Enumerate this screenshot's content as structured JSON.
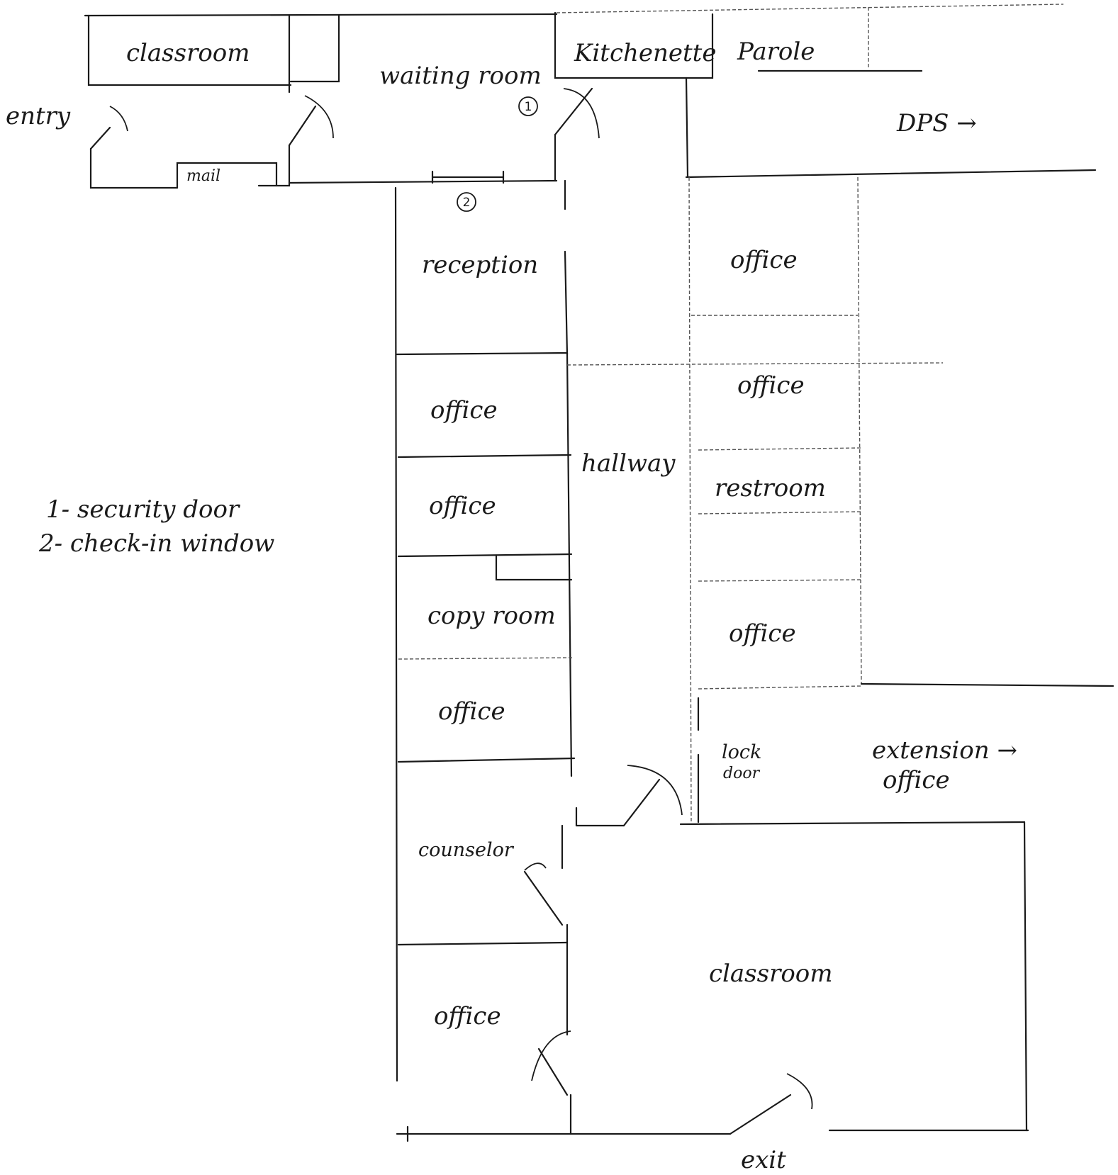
{
  "rooms": {
    "classroom_top": "classroom",
    "waiting_room": "waiting room",
    "kitchenette": "Kitchenette",
    "parole": "Parole",
    "dps": "DPS →",
    "entry": "entry",
    "mail": "mail",
    "reception": "reception",
    "office_left_1": "office",
    "office_left_2": "office",
    "copy_room": "copy room",
    "office_left_3": "office",
    "counselor": "counselor",
    "office_left_4": "office",
    "hallway": "hallway",
    "office_right_1": "office",
    "office_right_2": "office",
    "restroom": "restroom",
    "office_right_3": "office",
    "lock_door_line1": "lock",
    "lock_door_line2": "door",
    "extension_line1": "extension →",
    "extension_line2": "office",
    "classroom_bottom": "classroom",
    "exit": "exit"
  },
  "markers": {
    "one": "1",
    "two": "2"
  },
  "legend": {
    "line1": "1- security door",
    "line2": "2- check-in window"
  }
}
